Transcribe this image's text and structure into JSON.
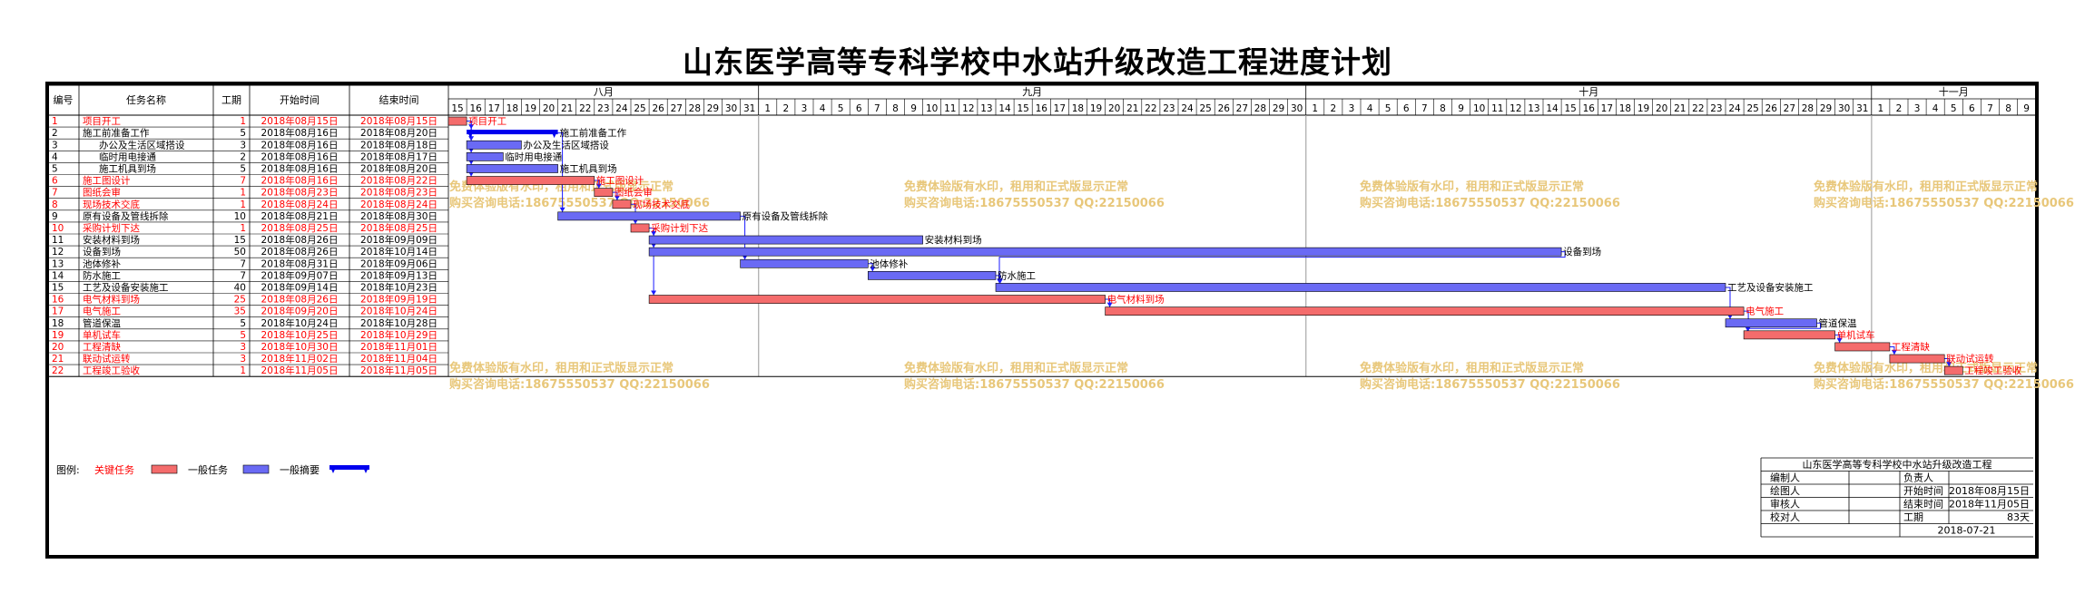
{
  "page": {
    "title": "山东医学高等专科学校中水站升级改造工程进度计划"
  },
  "chart_data": {
    "type": "gantt",
    "title": "山东医学高等专科学校中水站升级改造工程进度计划",
    "columns": [
      "编号",
      "任务名称",
      "工期",
      "开始时间",
      "结束时间"
    ],
    "months": [
      {
        "label": "八月",
        "days": [
          15,
          16,
          17,
          18,
          19,
          20,
          21,
          22,
          23,
          24,
          25,
          26,
          27,
          28,
          29,
          30,
          31
        ]
      },
      {
        "label": "九月",
        "days": [
          1,
          2,
          3,
          4,
          5,
          6,
          7,
          8,
          9,
          10,
          11,
          12,
          13,
          14,
          15,
          16,
          17,
          18,
          19,
          20,
          21,
          22,
          23,
          24,
          25,
          26,
          27,
          28,
          29,
          30
        ]
      },
      {
        "label": "十月",
        "days": [
          1,
          2,
          3,
          4,
          5,
          6,
          7,
          8,
          9,
          10,
          11,
          12,
          13,
          14,
          15,
          16,
          17,
          18,
          19,
          20,
          21,
          22,
          23,
          24,
          25,
          26,
          27,
          28,
          29,
          30,
          31
        ]
      },
      {
        "label": "十一月",
        "days": [
          1,
          2,
          3,
          4,
          5,
          6,
          7,
          8,
          9
        ]
      }
    ],
    "timeline_start": "2018-08-15",
    "tasks": [
      {
        "id": "1",
        "name": "项目开工",
        "duration": "1",
        "start": "2018年08月15日",
        "end": "2018年08月15日",
        "bar_start": "2018-08-15",
        "bar_end": "2018-08-15",
        "type": "critical",
        "label": "项目开工"
      },
      {
        "id": "2",
        "name": "施工前准备工作",
        "duration": "5",
        "start": "2018年08月16日",
        "end": "2018年08月20日",
        "bar_start": "2018-08-16",
        "bar_end": "2018-08-20",
        "type": "summary",
        "label": "施工前准备工作"
      },
      {
        "id": "3",
        "name": "办公及生活区域搭设",
        "duration": "3",
        "start": "2018年08月16日",
        "end": "2018年08月18日",
        "bar_start": "2018-08-16",
        "bar_end": "2018-08-18",
        "type": "normal",
        "label": "办公及生活区域搭设",
        "indent": 1
      },
      {
        "id": "4",
        "name": "临时用电接通",
        "duration": "2",
        "start": "2018年08月16日",
        "end": "2018年08月17日",
        "bar_start": "2018-08-16",
        "bar_end": "2018-08-17",
        "type": "normal",
        "label": "临时用电接通",
        "indent": 1
      },
      {
        "id": "5",
        "name": "施工机具到场",
        "duration": "5",
        "start": "2018年08月16日",
        "end": "2018年08月20日",
        "bar_start": "2018-08-16",
        "bar_end": "2018-08-20",
        "type": "normal",
        "label": "施工机具到场",
        "indent": 1
      },
      {
        "id": "6",
        "name": "施工图设计",
        "duration": "7",
        "start": "2018年08月16日",
        "end": "2018年08月22日",
        "bar_start": "2018-08-16",
        "bar_end": "2018-08-22",
        "type": "critical",
        "label": "施工图设计"
      },
      {
        "id": "7",
        "name": "图纸会审",
        "duration": "1",
        "start": "2018年08月23日",
        "end": "2018年08月23日",
        "bar_start": "2018-08-23",
        "bar_end": "2018-08-23",
        "type": "critical",
        "label": "图纸会审"
      },
      {
        "id": "8",
        "name": "现场技术交底",
        "duration": "1",
        "start": "2018年08月24日",
        "end": "2018年08月24日",
        "bar_start": "2018-08-24",
        "bar_end": "2018-08-24",
        "type": "critical",
        "label": "现场技术交底"
      },
      {
        "id": "9",
        "name": "原有设备及管线拆除",
        "duration": "10",
        "start": "2018年08月21日",
        "end": "2018年08月30日",
        "bar_start": "2018-08-21",
        "bar_end": "2018-08-30",
        "type": "normal",
        "label": "原有设备及管线拆除"
      },
      {
        "id": "10",
        "name": "采购计划下达",
        "duration": "1",
        "start": "2018年08月25日",
        "end": "2018年08月25日",
        "bar_start": "2018-08-25",
        "bar_end": "2018-08-25",
        "type": "critical",
        "label": "采购计划下达"
      },
      {
        "id": "11",
        "name": "安装材料到场",
        "duration": "15",
        "start": "2018年08月26日",
        "end": "2018年09月09日",
        "bar_start": "2018-08-26",
        "bar_end": "2018-09-09",
        "type": "normal",
        "label": "安装材料到场"
      },
      {
        "id": "12",
        "name": "设备到场",
        "duration": "50",
        "start": "2018年08月26日",
        "end": "2018年10月14日",
        "bar_start": "2018-08-26",
        "bar_end": "2018-10-14",
        "type": "normal",
        "label": "设备到场"
      },
      {
        "id": "13",
        "name": "池体修补",
        "duration": "7",
        "start": "2018年08月31日",
        "end": "2018年09月06日",
        "bar_start": "2018-08-31",
        "bar_end": "2018-09-06",
        "type": "normal",
        "label": "池体修补"
      },
      {
        "id": "14",
        "name": "防水施工",
        "duration": "7",
        "start": "2018年09月07日",
        "end": "2018年09月13日",
        "bar_start": "2018-09-07",
        "bar_end": "2018-09-13",
        "type": "normal",
        "label": "防水施工"
      },
      {
        "id": "15",
        "name": "工艺及设备安装施工",
        "duration": "40",
        "start": "2018年09月14日",
        "end": "2018年10月23日",
        "bar_start": "2018-09-14",
        "bar_end": "2018-10-23",
        "type": "normal",
        "label": "工艺及设备安装施工"
      },
      {
        "id": "16",
        "name": "电气材料到场",
        "duration": "25",
        "start": "2018年08月26日",
        "end": "2018年09月19日",
        "bar_start": "2018-08-26",
        "bar_end": "2018-09-19",
        "type": "critical",
        "label": "电气材料到场"
      },
      {
        "id": "17",
        "name": "电气施工",
        "duration": "35",
        "start": "2018年09月20日",
        "end": "2018年10月24日",
        "bar_start": "2018-09-20",
        "bar_end": "2018-10-24",
        "type": "critical",
        "label": "电气施工"
      },
      {
        "id": "18",
        "name": "管道保温",
        "duration": "5",
        "start": "2018年10月24日",
        "end": "2018年10月28日",
        "bar_start": "2018-10-24",
        "bar_end": "2018-10-28",
        "type": "normal",
        "label": "管道保温"
      },
      {
        "id": "19",
        "name": "单机试车",
        "duration": "5",
        "start": "2018年10月25日",
        "end": "2018年10月29日",
        "bar_start": "2018-10-25",
        "bar_end": "2018-10-29",
        "type": "critical",
        "label": "单机试车"
      },
      {
        "id": "20",
        "name": "工程清缺",
        "duration": "3",
        "start": "2018年10月30日",
        "end": "2018年11月01日",
        "bar_start": "2018-10-30",
        "bar_end": "2018-11-01",
        "type": "critical",
        "label": "工程清缺"
      },
      {
        "id": "21",
        "name": "联动试运转",
        "duration": "3",
        "start": "2018年11月02日",
        "end": "2018年11月04日",
        "bar_start": "2018-11-02",
        "bar_end": "2018-11-04",
        "type": "critical",
        "label": "联动试运转"
      },
      {
        "id": "22",
        "name": "工程竣工验收",
        "duration": "1",
        "start": "2018年11月05日",
        "end": "2018年11月05日",
        "bar_start": "2018-11-05",
        "bar_end": "2018-11-05",
        "type": "critical",
        "label": "工程竣工验收"
      }
    ],
    "links": [
      [
        1,
        6
      ],
      [
        1,
        3
      ],
      [
        1,
        4
      ],
      [
        1,
        5
      ],
      [
        1,
        2
      ],
      [
        2,
        9
      ],
      [
        6,
        7
      ],
      [
        7,
        8
      ],
      [
        8,
        10
      ],
      [
        10,
        11
      ],
      [
        10,
        12
      ],
      [
        10,
        16
      ],
      [
        9,
        13
      ],
      [
        13,
        14
      ],
      [
        14,
        15
      ],
      [
        12,
        15
      ],
      [
        15,
        18
      ],
      [
        16,
        17
      ],
      [
        17,
        19
      ],
      [
        18,
        19
      ],
      [
        19,
        20
      ],
      [
        20,
        21
      ],
      [
        21,
        22
      ]
    ],
    "legend": {
      "label": "图例:",
      "critical": "关键任务",
      "normal": "一般任务",
      "summary": "一般摘要"
    },
    "watermark": {
      "line1": "免费体验版有水印，租用和正式版显示正常",
      "line2": "购买咨询电话:18675550537 QQ:22150066"
    },
    "info_table": {
      "header": "山东医学高等专科学校中水站升级改造工程",
      "rows": [
        [
          "编制人",
          "",
          "负责人",
          ""
        ],
        [
          "绘图人",
          "",
          "开始时间",
          "2018年08月15日"
        ],
        [
          "审核人",
          "",
          "结束时间",
          "2018年11月05日"
        ],
        [
          "校对人",
          "",
          "工期",
          "83天"
        ]
      ],
      "date": "2018-07-21"
    },
    "colors": {
      "critical": "#f46c6c",
      "normal": "#6a6af4",
      "summary": "#0000ee",
      "critical_text": "#ff0000",
      "link": "#1a1aff",
      "watermark": "#e8c77a"
    }
  }
}
